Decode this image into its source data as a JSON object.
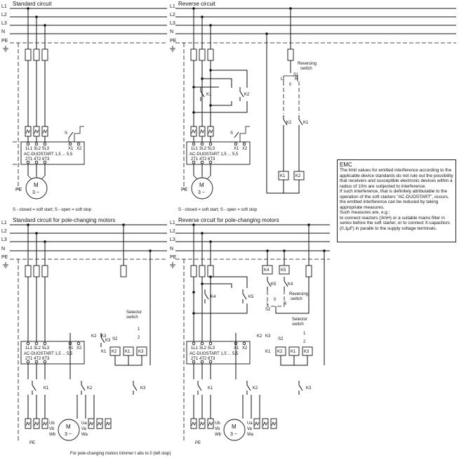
{
  "lines": [
    "L1",
    "L2",
    "L3",
    "N",
    "PE"
  ],
  "titles": {
    "standard": "Standard circuit",
    "reverse": "Reverse circuit",
    "pole_std": "Standard circuit for pole-changing motors",
    "pole_rev": "Reverse circuit for pole-changing motors"
  },
  "device": "AC-DUOSTART 1,5 ... 5,5",
  "terminals_top": [
    "1L1",
    "3L2",
    "5L3"
  ],
  "terminals_bot": [
    "2T1",
    "4T2",
    "6T3"
  ],
  "ctrl_terms": [
    "X1",
    "X2"
  ],
  "motor": {
    "letter": "M",
    "phase": "3 ~"
  },
  "pe": "PE",
  "contacts": {
    "k1": "K1",
    "k2": "K2",
    "k3": "K3",
    "k4": "K4",
    "k5": "K5",
    "s": "S",
    "s1": "S1",
    "s2": "S2",
    "zero": "0",
    "l": "L",
    "r": "R"
  },
  "reversing_switch": [
    "Reversing",
    "switch"
  ],
  "selector_switch": [
    "Selector",
    "switch"
  ],
  "selector_pos": {
    "one": "1",
    "two": "2"
  },
  "windings": {
    "ua": "Ua",
    "va": "Va",
    "wa": "Wa",
    "ub": "Ub",
    "vb": "Vb",
    "wb": "Wb"
  },
  "note_s": "S - closed = soft start; S - open = soft stop",
  "note_pole": "For pole-changing motors trimmer t abs to 0 (left stop)",
  "emc": {
    "title": "EMC",
    "p1": "The limit values for emitted interference according to the applicable device standards do not rule out the possibility that receivers and susceptible electronic devices within a radius of 10m are subjected to interference.",
    "p2": "If such interference, that is definitely attributable to the operation of the soft starters \"AC-DUOSTART\", occurs, the emitted interference can be reduced by taking appropriate measures.",
    "p3": "Such measures are, e.g.:",
    "p4": "to connect reactors (3mH) or a suitable mains filter in series before the soft starter, or to connect X-capacitors (0,1µF) in paralle to the supply voltage terminals."
  }
}
